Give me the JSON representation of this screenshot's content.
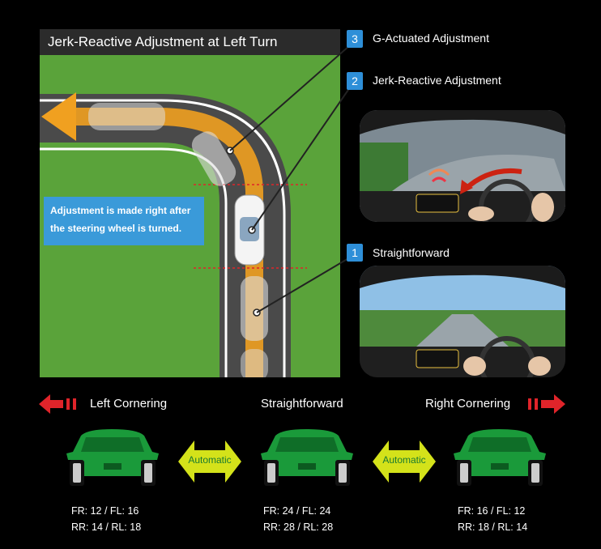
{
  "title": "Jerk-Reactive Adjustment at Left Turn",
  "note": [
    "Adjustment is made right after",
    "the steering wheel is turned."
  ],
  "steps": [
    {
      "num": "3",
      "label": "G-Actuated Adjustment"
    },
    {
      "num": "2",
      "label": "Jerk-Reactive Adjustment"
    },
    {
      "num": "1",
      "label": "Straightforward"
    }
  ],
  "modes": {
    "left": "Left Cornering",
    "straight": "Straightforward",
    "right": "Right Cornering"
  },
  "automatic": [
    "Automatic",
    "Automatic"
  ],
  "settings": {
    "left": [
      "FR: 12 / FL: 16",
      "RR: 14 / RL: 18"
    ],
    "straight": [
      "FR: 24 / FL: 24",
      "RR: 28 / RL: 28"
    ],
    "right": [
      "FR: 16 / FL: 12",
      "RR: 18 / RL: 14"
    ]
  },
  "colors": {
    "accent_blue": "#2e8fd8",
    "car_green": "#1a9a3a",
    "arrow_red": "#e0242a",
    "automatic_yellow": "#d4e21a",
    "path_orange": "#f0a020"
  }
}
